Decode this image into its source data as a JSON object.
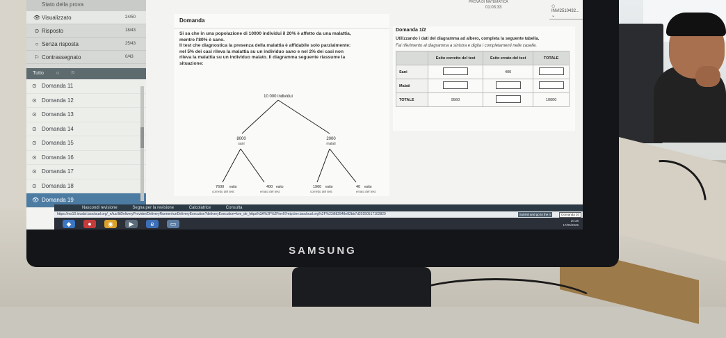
{
  "header": {
    "test_name": "PROVA DI MATEMATICA",
    "timer": "01:03:33",
    "user_id": "INVI2510432..."
  },
  "sidebar": {
    "title": "Stato della prova",
    "stats": [
      {
        "icon": "eye-icon",
        "label": "Visualizzato",
        "count": "24/50"
      },
      {
        "icon": "dot-circle-icon",
        "label": "Risposto",
        "count": "18/43"
      },
      {
        "icon": "circle-icon",
        "label": "Senza risposta",
        "count": "25/43"
      },
      {
        "icon": "flag-icon",
        "label": "Contrassegnato",
        "count": "0/43"
      }
    ],
    "filter_all": "Tutto",
    "items": [
      "Domanda 11",
      "Domanda 12",
      "Domanda 13",
      "Domanda 14",
      "Domanda 15",
      "Domanda 16",
      "Domanda 17",
      "Domanda 18",
      "Domanda 19"
    ]
  },
  "question": {
    "title": "Domanda",
    "stem": "Si sa che in una popolazione di 10000 individui il 20% è affetto da una malattia,\nmentre l'80% è sano.\nIl test che diagnostica la presenza della malattia è affidabile solo parzialmente:\nnel 5% dei casi rileva la malattia su un individuo sano e nel 2% dei casi non\nrileva la malattia su un individuo malato. Il diagramma seguente riassume la\nsituazione:",
    "tree": {
      "root": "10 000 individui",
      "healthy_value": "8000",
      "healthy_label": "sani",
      "sick_value": "2000",
      "sick_label": "malati",
      "leaves": [
        {
          "value": "7600",
          "word": "esito",
          "caption": "corretto del test"
        },
        {
          "value": "400",
          "word": "esito",
          "caption": "errato del test"
        },
        {
          "value": "1960",
          "word": "esito",
          "caption": "corretto del test"
        },
        {
          "value": "40",
          "word": "esito",
          "caption": "errato del test"
        }
      ]
    }
  },
  "subquestion": {
    "title": "Domanda 1/2",
    "instruction": "Utilizzando i dati del diagramma ad albero, completa la seguente tabella.",
    "instruction2": "Fai riferimento al diagramma a sinistra e digita i completamenti nelle caselle.",
    "columns": [
      "Esito corretto del test",
      "Esito errato del test",
      "TOTALE"
    ],
    "rows": [
      {
        "label": "Sani",
        "cells": [
          "",
          "400",
          ""
        ]
      },
      {
        "label": "Malati",
        "cells": [
          "",
          "",
          ""
        ]
      },
      {
        "label": "TOTALE",
        "cells": [
          "9560",
          "",
          "10000"
        ]
      }
    ]
  },
  "bottom": {
    "nav_left": "Nascondi revisione",
    "nav_mid": "Segna per la revisione",
    "nav_mid2": "Calcolatrice",
    "nav_mid3": "Consulta",
    "url": "https://ms10.invalsi.taocloud.org/_n/tuc/ltiDeliveryProvider/DeliveryRunner/runDeliveryExecution?deliveryExecution=kve_de_https%3A%2F%2Finv07mtp.tinv.taocloud.org%2F%23i682848e82bb7d20250517102829",
    "submit": "Submit and go to the n",
    "next": "Domanda 20",
    "tray_time": "20:38",
    "tray_date": "17/05/2025"
  },
  "brand": "SAMSUNG"
}
